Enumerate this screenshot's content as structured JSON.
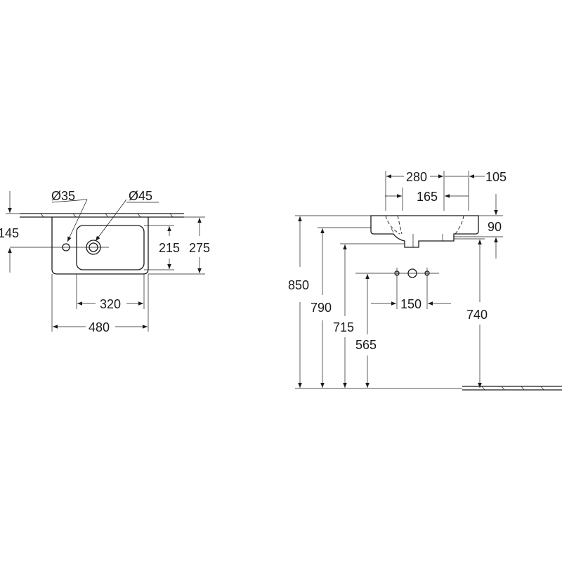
{
  "top_view": {
    "d_35": "Ø35",
    "d_45": "Ø45",
    "h_145": "145",
    "h_215": "215",
    "h_275": "275",
    "w_320": "320",
    "w_480": "480"
  },
  "side_view": {
    "w_280": "280",
    "w_105": "105",
    "w_165": "165",
    "h_90": "90",
    "w_150": "150",
    "h_850": "850",
    "h_790": "790",
    "h_715": "715",
    "h_565": "565",
    "h_740": "740"
  }
}
